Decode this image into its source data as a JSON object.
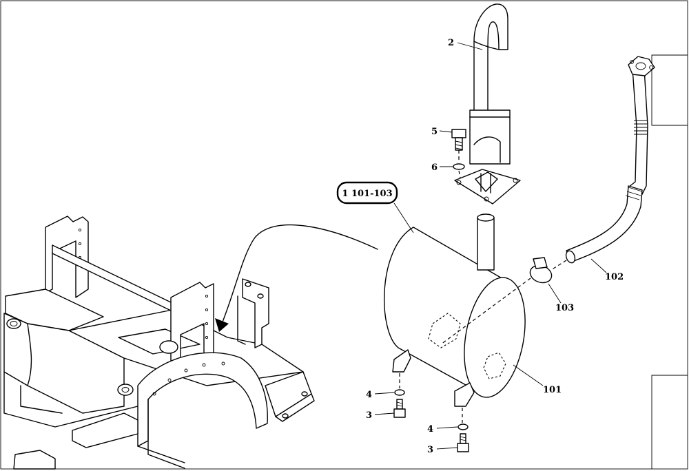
{
  "callouts": {
    "group": "1 101-103",
    "p2": "2",
    "p5": "5",
    "p6": "6",
    "p4a": "4",
    "p3a": "3",
    "p4b": "4",
    "p3b": "3",
    "p101": "101",
    "p102": "102",
    "p103": "103"
  }
}
